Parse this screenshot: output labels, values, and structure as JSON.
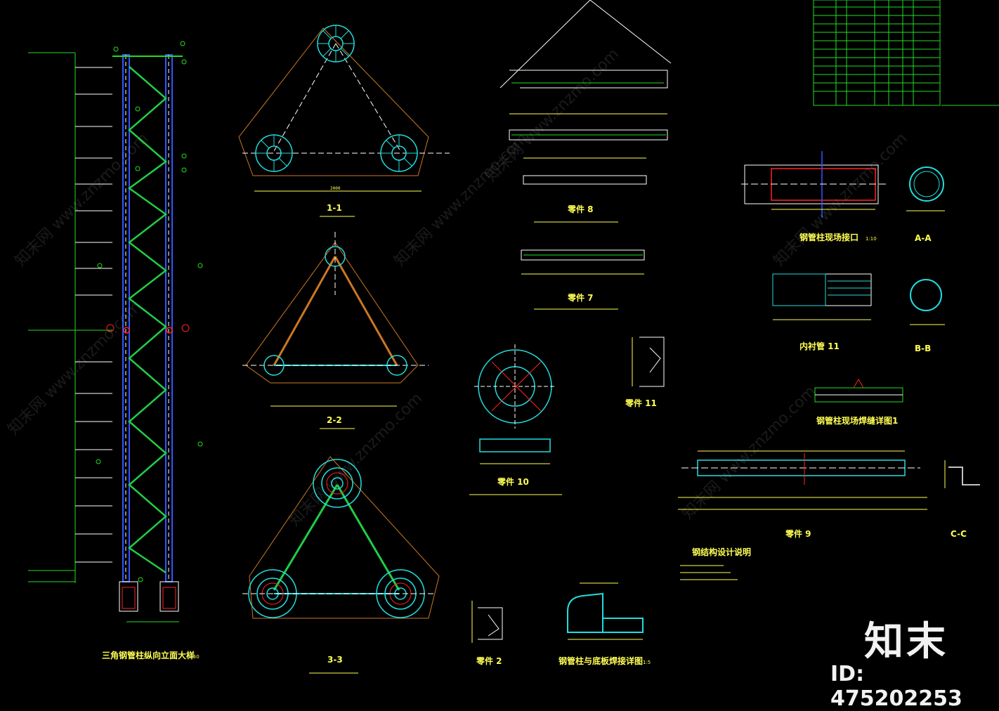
{
  "drawing": {
    "colors": {
      "background": "#000000",
      "green": "#22dd22",
      "yellow": "#ffff55",
      "blue": "#3355ff",
      "cyan": "#22dddd",
      "red": "#ff2222",
      "orange": "#cc7722",
      "white": "#ffffff"
    },
    "elevation_title": "三角钢管柱纵向立面大样",
    "elevation_scale": "1:50",
    "section_1_title": "1-1",
    "section_2_title": "2-2",
    "section_3_title": "3-3",
    "part_8_title": "零件 8",
    "part_7_title": "零件 7",
    "part_10_title": "零件 10",
    "part_11_title": "零件 11",
    "part_9_title": "零件 9",
    "part_2_title": "零件 2",
    "splice_title": "钢管柱现场接口",
    "splice_scale": "1:10",
    "section_aa": "A-A",
    "section_bb": "B-B",
    "section_cc": "C-C",
    "liner_title": "内衬管 11",
    "weld_detail_title": "钢管柱现场焊缝详图1",
    "base_weld_title": "钢管柱与底板焊接详图",
    "base_weld_scale": "1:5",
    "notes_title": "钢结构设计说明",
    "dim_total": "2000",
    "dim_2000": "2000"
  },
  "branding": {
    "watermark": "知末网 www.znzmo.com",
    "logo": "知末",
    "image_id": "ID: 475202253"
  }
}
